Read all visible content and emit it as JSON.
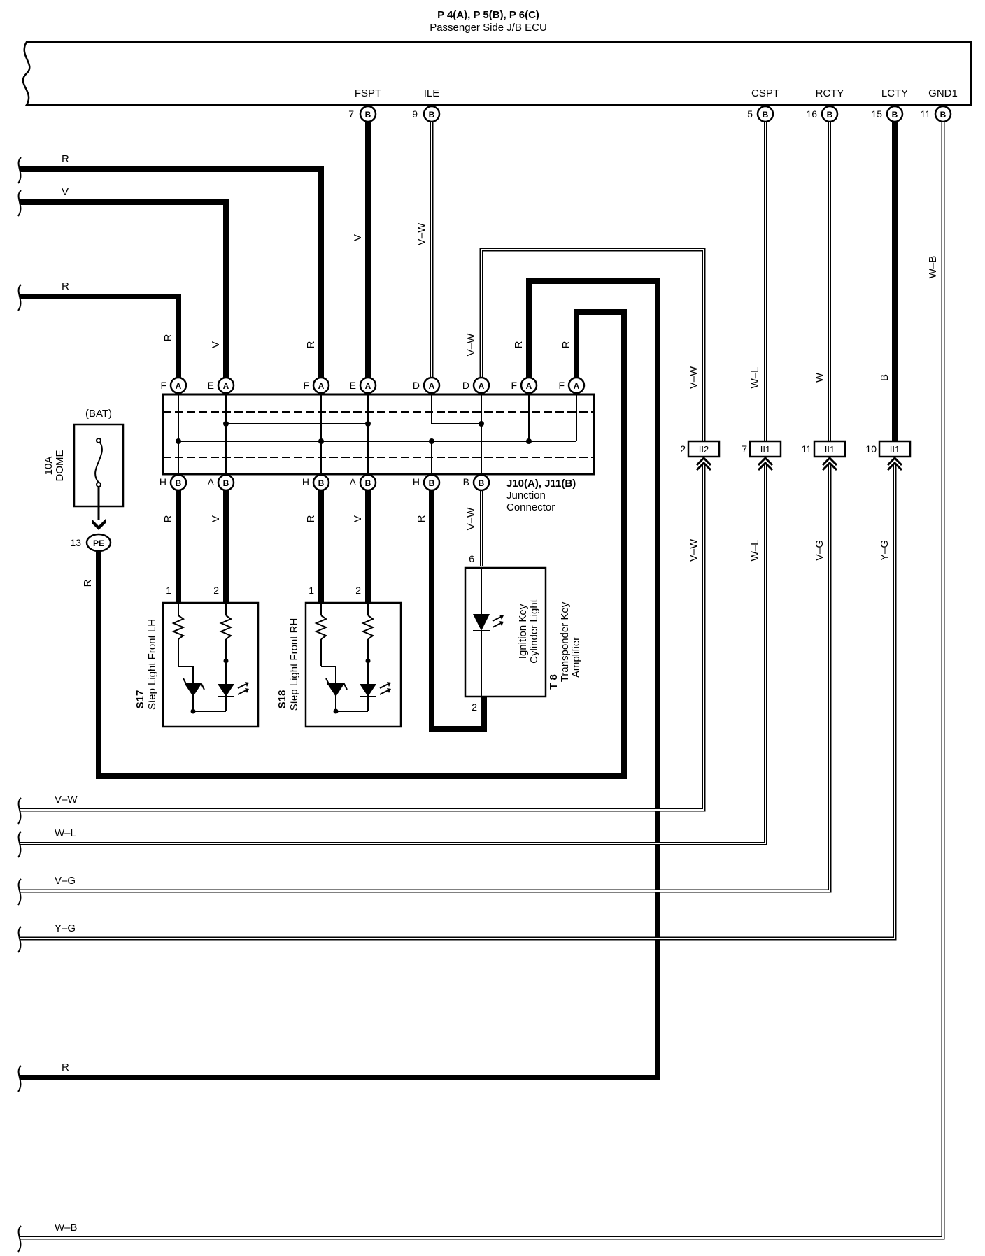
{
  "ecu": {
    "title": "P 4(A), P 5(B), P 6(C)",
    "subtitle": "Passenger Side J/B ECU",
    "terminals": [
      {
        "name": "FSPT",
        "pin": "7",
        "conn": "B"
      },
      {
        "name": "ILE",
        "pin": "9",
        "conn": "B"
      },
      {
        "name": "CSPT",
        "pin": "5",
        "conn": "B"
      },
      {
        "name": "RCTY",
        "pin": "16",
        "conn": "B"
      },
      {
        "name": "LCTY",
        "pin": "15",
        "conn": "B"
      },
      {
        "name": "GND1",
        "pin": "11",
        "conn": "B"
      }
    ]
  },
  "left_wires": [
    {
      "color": "R"
    },
    {
      "color": "V"
    },
    {
      "color": "R"
    },
    {
      "color": "V–W"
    },
    {
      "color": "W–L"
    },
    {
      "color": "V–G"
    },
    {
      "color": "Y–G"
    },
    {
      "color": "R"
    },
    {
      "color": "W–B"
    }
  ],
  "wire_labels": {
    "fspt": "V",
    "ile": "V–W",
    "gnd": "W–B",
    "top_loop": "V–W",
    "w_l": "W–L",
    "w": "W",
    "b": "B",
    "below_v_w": "V–W",
    "below_w_l": "W–L",
    "below_v_g": "V–G",
    "below_y_g": "Y–G"
  },
  "junction": {
    "title": "J10(A), J11(B)",
    "name1": "Junction",
    "name2": "Connector",
    "top_pins": [
      {
        "letter": "F",
        "conn": "A",
        "wire": "R"
      },
      {
        "letter": "E",
        "conn": "A",
        "wire": "V"
      },
      {
        "letter": "F",
        "conn": "A",
        "wire": "R"
      },
      {
        "letter": "E",
        "conn": "A",
        "wire": ""
      },
      {
        "letter": "D",
        "conn": "A",
        "wire": ""
      },
      {
        "letter": "D",
        "conn": "A",
        "wire": "V–W"
      },
      {
        "letter": "F",
        "conn": "A",
        "wire": "R"
      },
      {
        "letter": "F",
        "conn": "A",
        "wire": "R"
      }
    ],
    "bottom_pins": [
      {
        "letter": "H",
        "conn": "B",
        "wire": "R"
      },
      {
        "letter": "A",
        "conn": "B",
        "wire": "V"
      },
      {
        "letter": "H",
        "conn": "B",
        "wire": "R"
      },
      {
        "letter": "A",
        "conn": "B",
        "wire": "V"
      },
      {
        "letter": "H",
        "conn": "B",
        "wire": "R"
      },
      {
        "letter": "B",
        "conn": "B",
        "wire": "V–W"
      }
    ]
  },
  "fuse": {
    "source": "(BAT)",
    "rating": "10A",
    "name": "DOME",
    "pin": "13",
    "conn": "PE",
    "wire": "R"
  },
  "connectors": [
    {
      "pin": "2",
      "label": "II2"
    },
    {
      "pin": "7",
      "label": "II1"
    },
    {
      "pin": "11",
      "label": "II1"
    },
    {
      "pin": "10",
      "label": "II1"
    }
  ],
  "s17": {
    "code": "S17",
    "name": "Step Light Front LH",
    "pin1": "1",
    "pin2": "2"
  },
  "s18": {
    "code": "S18",
    "name": "Step Light Front RH",
    "pin1": "1",
    "pin2": "2"
  },
  "t8": {
    "code": "T 8",
    "name1": "Transponder Key",
    "name2": "Amplifier",
    "light1": "Ignition Key",
    "light2": "Cylinder Light",
    "pin6": "6",
    "pin2": "2"
  }
}
